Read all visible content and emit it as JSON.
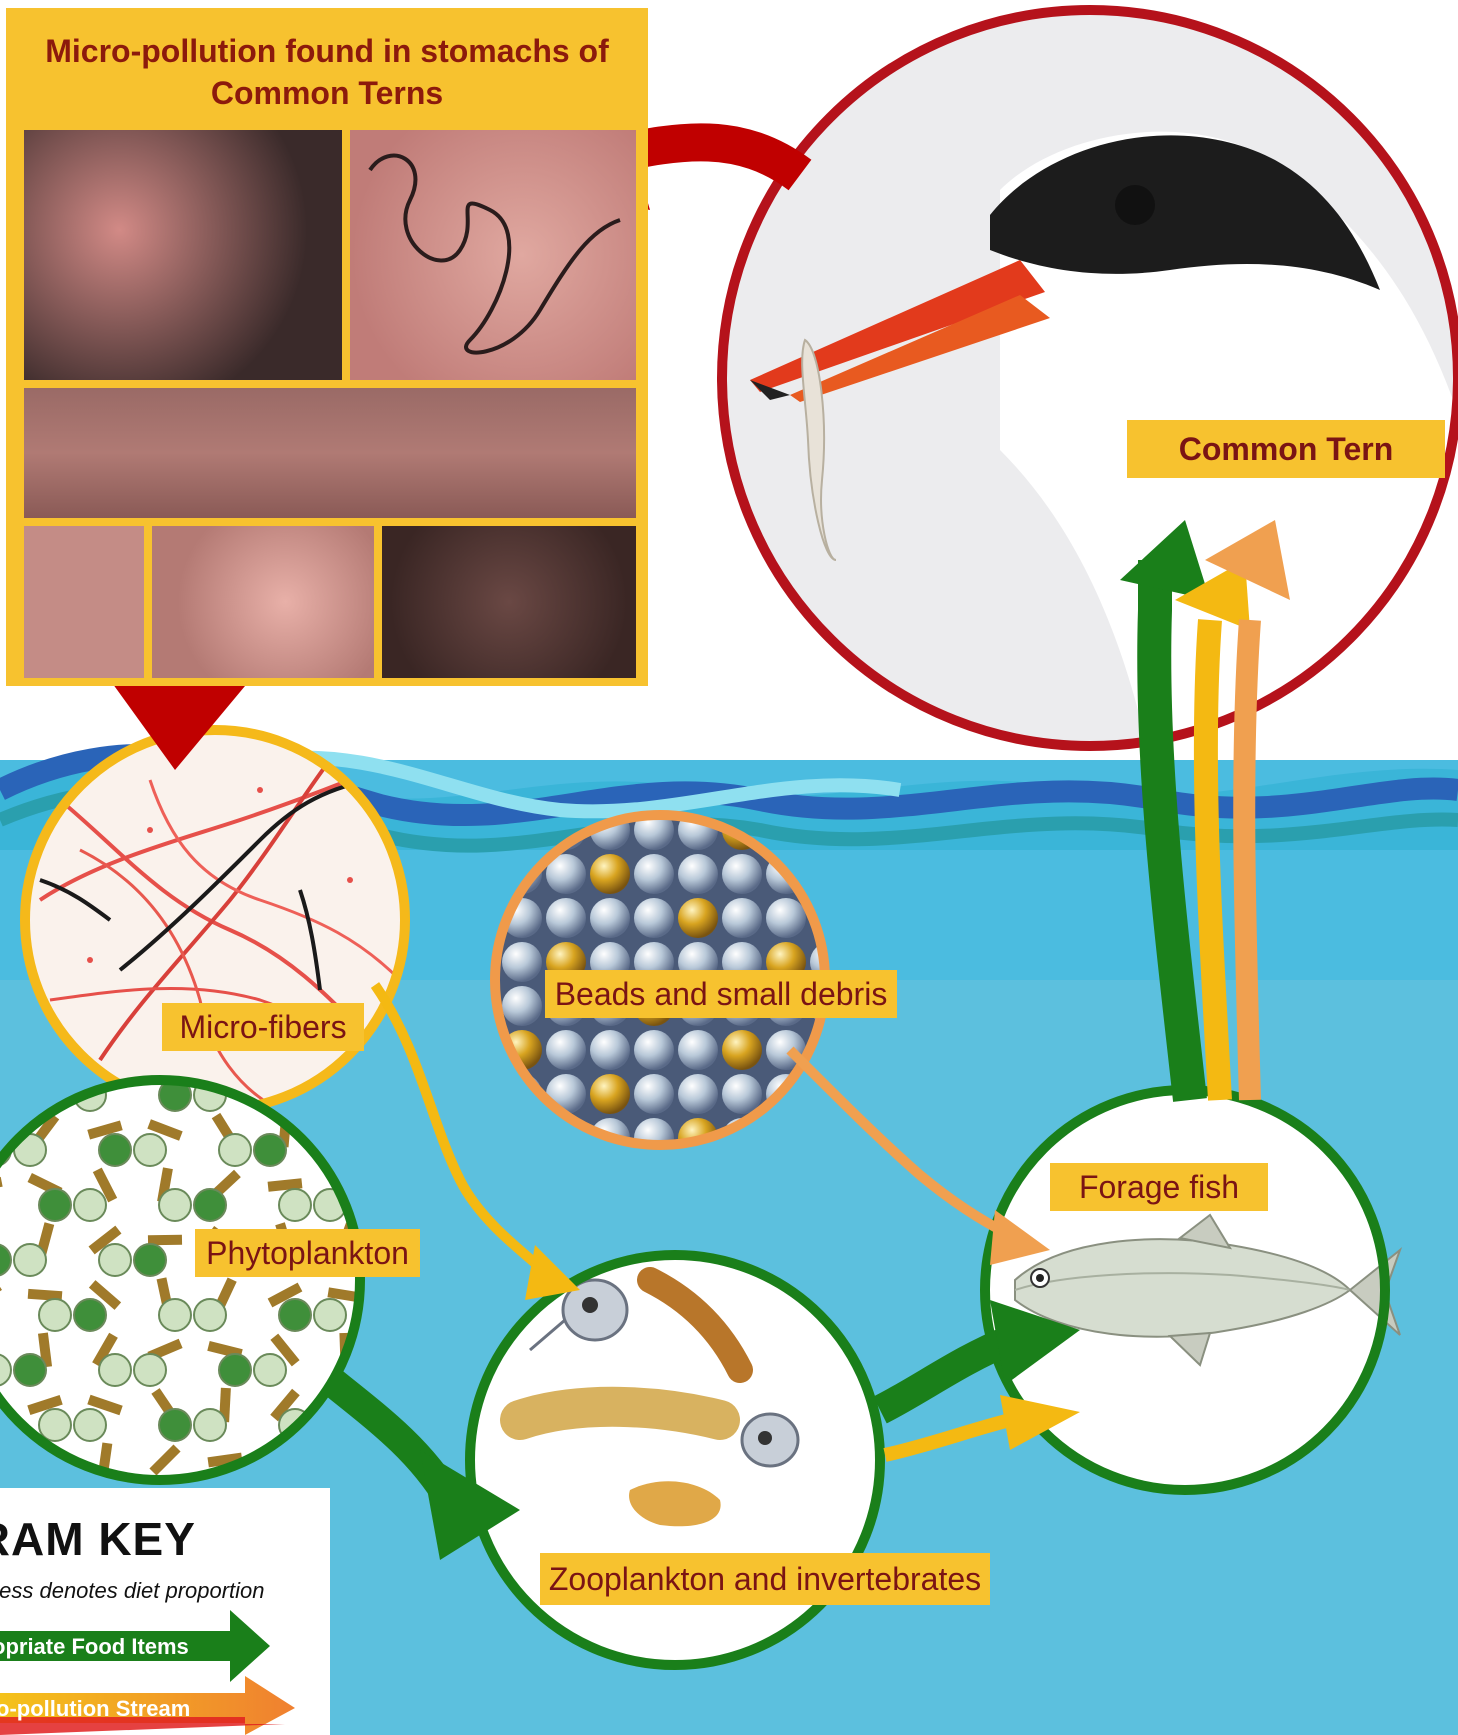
{
  "panel": {
    "title_line1": "Micro-pollution found in stomachs of",
    "title_line2": "Common Terns"
  },
  "nodes": {
    "common_tern": "Common Tern",
    "micro_fibers": "Micro-fibers",
    "beads": "Beads and small debris",
    "phytoplankton": "Phytoplankton",
    "zooplankton": "Zooplankton and invertebrates",
    "forage_fish": "Forage fish"
  },
  "legend": {
    "title": "GRAM KEY",
    "note": "ickness denotes diet proportion",
    "appropriate": "opriate Food Items",
    "pollution": "o-pollution Stream"
  },
  "colors": {
    "label_bg": "#f7c22f",
    "label_text": "#7a1414",
    "food_arrow": "#1a7f1a",
    "pollution_arrow": "#f4b912",
    "debris_arrow": "#f0a050",
    "tern_arrow": "#c00000",
    "water": "#4fbfe0"
  }
}
